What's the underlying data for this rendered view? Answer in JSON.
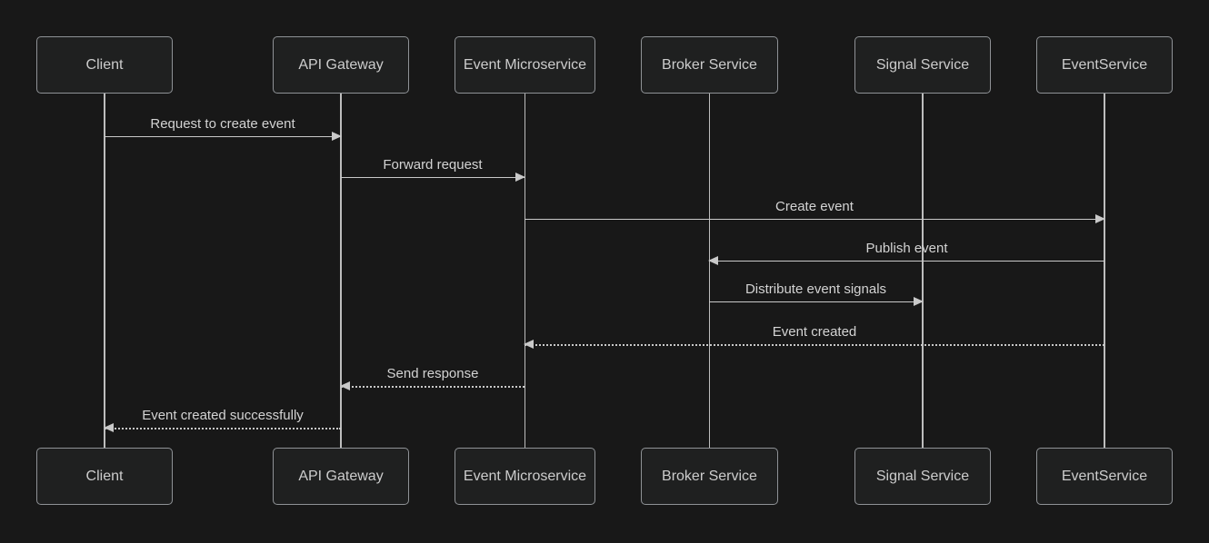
{
  "diagram": {
    "type": "sequence-diagram",
    "theme": "dark",
    "actors": [
      "Client",
      "API Gateway",
      "Event Microservice",
      "Broker Service",
      "Signal Service",
      "EventService"
    ],
    "messages": [
      {
        "from": "Client",
        "to": "API Gateway",
        "text": "Request to create event",
        "line": "solid",
        "direction": "right"
      },
      {
        "from": "API Gateway",
        "to": "Event Microservice",
        "text": "Forward request",
        "line": "solid",
        "direction": "right"
      },
      {
        "from": "Event Microservice",
        "to": "EventService",
        "text": "Create event",
        "line": "solid",
        "direction": "right"
      },
      {
        "from": "EventService",
        "to": "Broker Service",
        "text": "Publish event",
        "line": "solid",
        "direction": "left"
      },
      {
        "from": "Broker Service",
        "to": "Signal Service",
        "text": "Distribute event signals",
        "line": "solid",
        "direction": "right"
      },
      {
        "from": "EventService",
        "to": "Event Microservice",
        "text": "Event created",
        "line": "dashed",
        "direction": "left"
      },
      {
        "from": "Event Microservice",
        "to": "API Gateway",
        "text": "Send response",
        "line": "dashed",
        "direction": "left"
      },
      {
        "from": "API Gateway",
        "to": "Client",
        "text": "Event created successfully",
        "line": "dashed",
        "direction": "left"
      }
    ],
    "colors": {
      "background": "#181818",
      "actor_fill": "#1f2020",
      "actor_border": "#8f9296",
      "actor_text": "#cccccc",
      "line": "#c9c9c9",
      "message_text": "#d3d3d3"
    }
  }
}
